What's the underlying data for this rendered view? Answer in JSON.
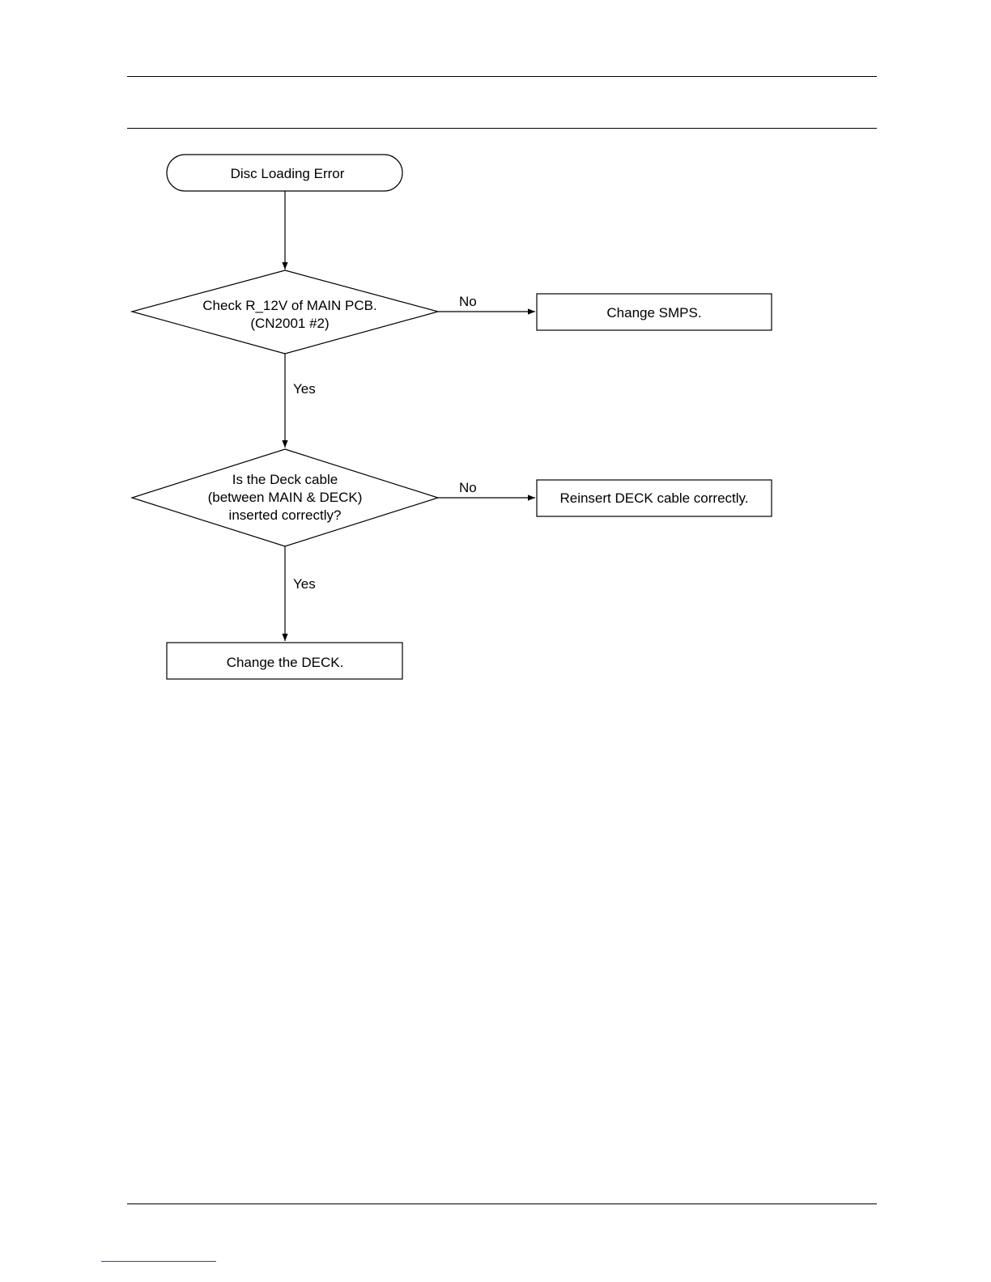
{
  "flowchart": {
    "start": {
      "label": "Disc Loading Error"
    },
    "decision_1": {
      "lines": [
        "Check R_12V of MAIN PCB.",
        "(CN2001 #2)"
      ]
    },
    "decision_1_no_action": {
      "label": "Change SMPS."
    },
    "decision_1_no_label": "No",
    "decision_1_yes_label": "Yes",
    "decision_2": {
      "lines": [
        "Is the Deck cable",
        "(between MAIN & DECK)",
        "inserted correctly?"
      ]
    },
    "decision_2_no_action": {
      "label": "Reinsert DECK cable correctly."
    },
    "decision_2_no_label": "No",
    "decision_2_yes_label": "Yes",
    "end_action": {
      "label": "Change the DECK."
    }
  },
  "colors": {
    "stroke": "#000000",
    "background": "#ffffff",
    "footer_link": "#2b3fd6"
  }
}
